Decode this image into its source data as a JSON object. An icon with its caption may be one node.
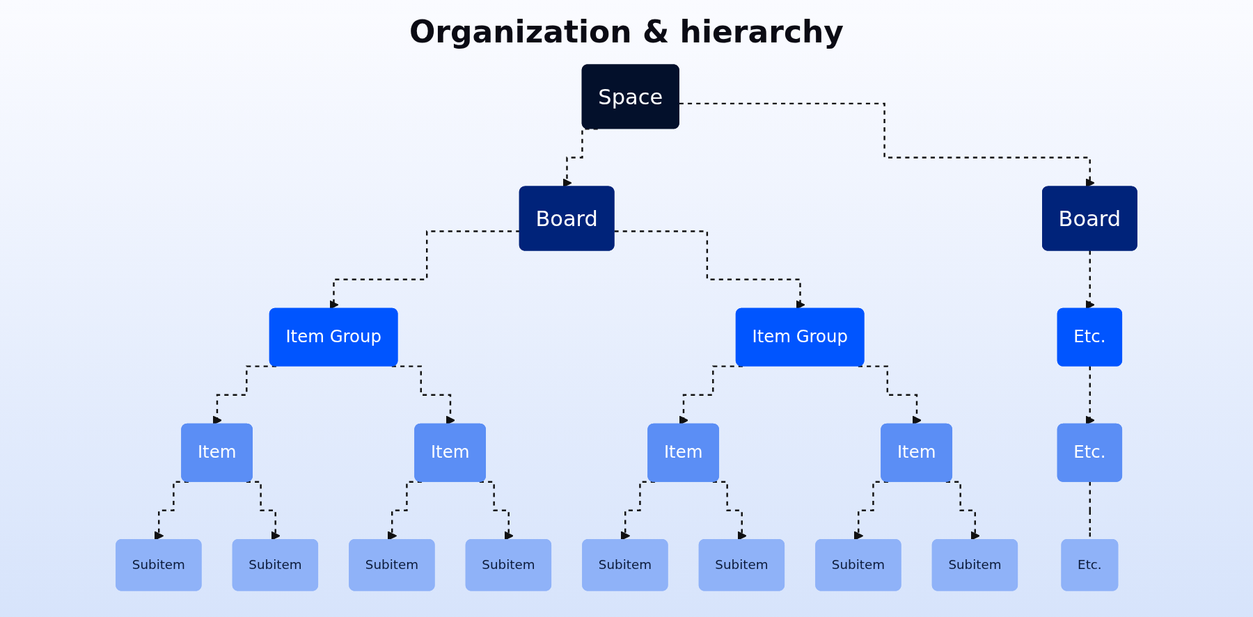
{
  "diagram": {
    "title": "Organization & hierarchy",
    "nodes": [
      {
        "text": [
          "Space"
        ]
      },
      {
        "text": [
          "Board"
        ]
      },
      {
        "text": [
          "Board"
        ]
      },
      {
        "text": [
          "Item Group"
        ]
      },
      {
        "text": [
          "Item Group"
        ]
      },
      {
        "text": [
          "Etc."
        ]
      },
      {
        "text": [
          "Item"
        ]
      },
      {
        "text": [
          "Item"
        ]
      },
      {
        "text": [
          "Item"
        ]
      },
      {
        "text": [
          "Item"
        ]
      },
      {
        "text": [
          "Etc."
        ]
      },
      {
        "text": [
          "Etc."
        ]
      },
      {
        "text": [
          "Subitem"
        ]
      },
      {
        "text": [
          "Subitem"
        ]
      },
      {
        "text": [
          "Subitem"
        ]
      },
      {
        "text": [
          "Subitem"
        ]
      },
      {
        "text": [
          "Subitem"
        ]
      },
      {
        "text": [
          "Subitem"
        ]
      },
      {
        "text": [
          "Subitem"
        ]
      },
      {
        "text": [
          "Subitem"
        ]
      }
    ],
    "edges": [
      {
        "from": 0,
        "to": 1,
        "arrow": "to",
        "style": "dashed"
      },
      {
        "from": 0,
        "to": 2,
        "arrow": "to",
        "style": "dashed"
      },
      {
        "from": 1,
        "to": 3,
        "arrow": "to",
        "style": "dashed"
      },
      {
        "from": 1,
        "to": 4,
        "arrow": "to",
        "style": "dashed"
      },
      {
        "from": 2,
        "to": 5,
        "arrow": "to",
        "style": "dashed"
      },
      {
        "from": 3,
        "to": 6,
        "arrow": "to",
        "style": "dashed"
      },
      {
        "from": 3,
        "to": 7,
        "arrow": "to",
        "style": "dashed"
      },
      {
        "from": 4,
        "to": 8,
        "arrow": "to",
        "style": "dashed"
      },
      {
        "from": 4,
        "to": 9,
        "arrow": "to",
        "style": "dashed"
      },
      {
        "from": 5,
        "to": 10,
        "arrow": "to",
        "style": "dashed"
      },
      {
        "from": 6,
        "to": 12,
        "arrow": "to",
        "style": "dashed"
      },
      {
        "from": 6,
        "to": 13,
        "arrow": "to",
        "style": "dashed"
      },
      {
        "from": 7,
        "to": 14,
        "arrow": "to",
        "style": "dashed"
      },
      {
        "from": 7,
        "to": 15,
        "arrow": "to",
        "style": "dashed"
      },
      {
        "from": 8,
        "to": 16,
        "arrow": "to",
        "style": "dashed"
      },
      {
        "from": 8,
        "to": 17,
        "arrow": "to",
        "style": "dashed"
      },
      {
        "from": 9,
        "to": 18,
        "arrow": "to",
        "style": "dashed"
      },
      {
        "from": 9,
        "to": 19,
        "arrow": "to",
        "style": "dashed"
      },
      {
        "from": 10,
        "to": 11,
        "arrow": "none",
        "style": "dashed"
      }
    ]
  }
}
